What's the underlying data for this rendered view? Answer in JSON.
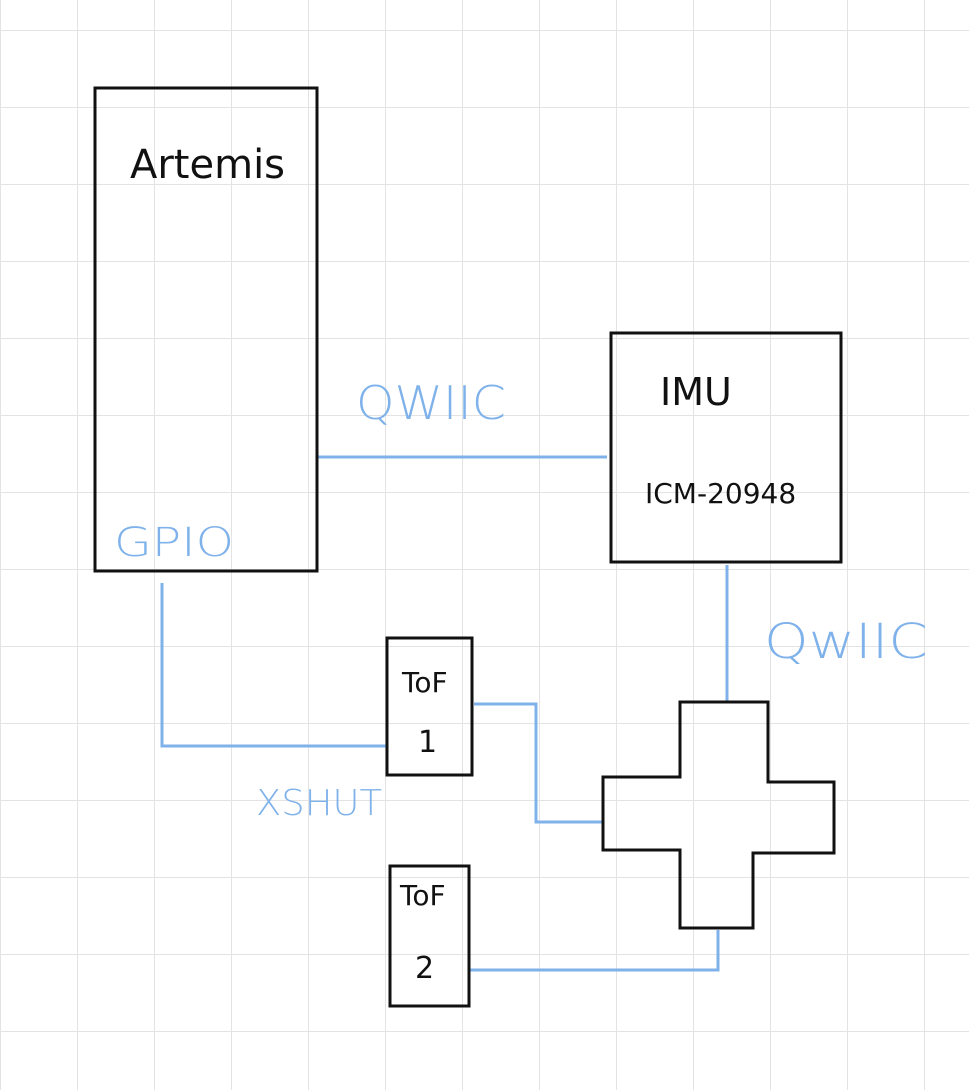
{
  "colors": {
    "ink": "#111111",
    "wire": "#7fb2ea",
    "grid": "#e3e3e3"
  },
  "blocks": {
    "artemis": "Artemis",
    "imu_title": "IMU",
    "imu_part": "ICM-20948",
    "tof1_title": "ToF",
    "tof1_num": "1",
    "tof2_title": "ToF",
    "tof2_num": "2"
  },
  "connections": {
    "qwiic_top": "QWIIC",
    "qwiic_right": "QwIIC",
    "gpio": "GPIO",
    "xshut": "XSHUT"
  }
}
